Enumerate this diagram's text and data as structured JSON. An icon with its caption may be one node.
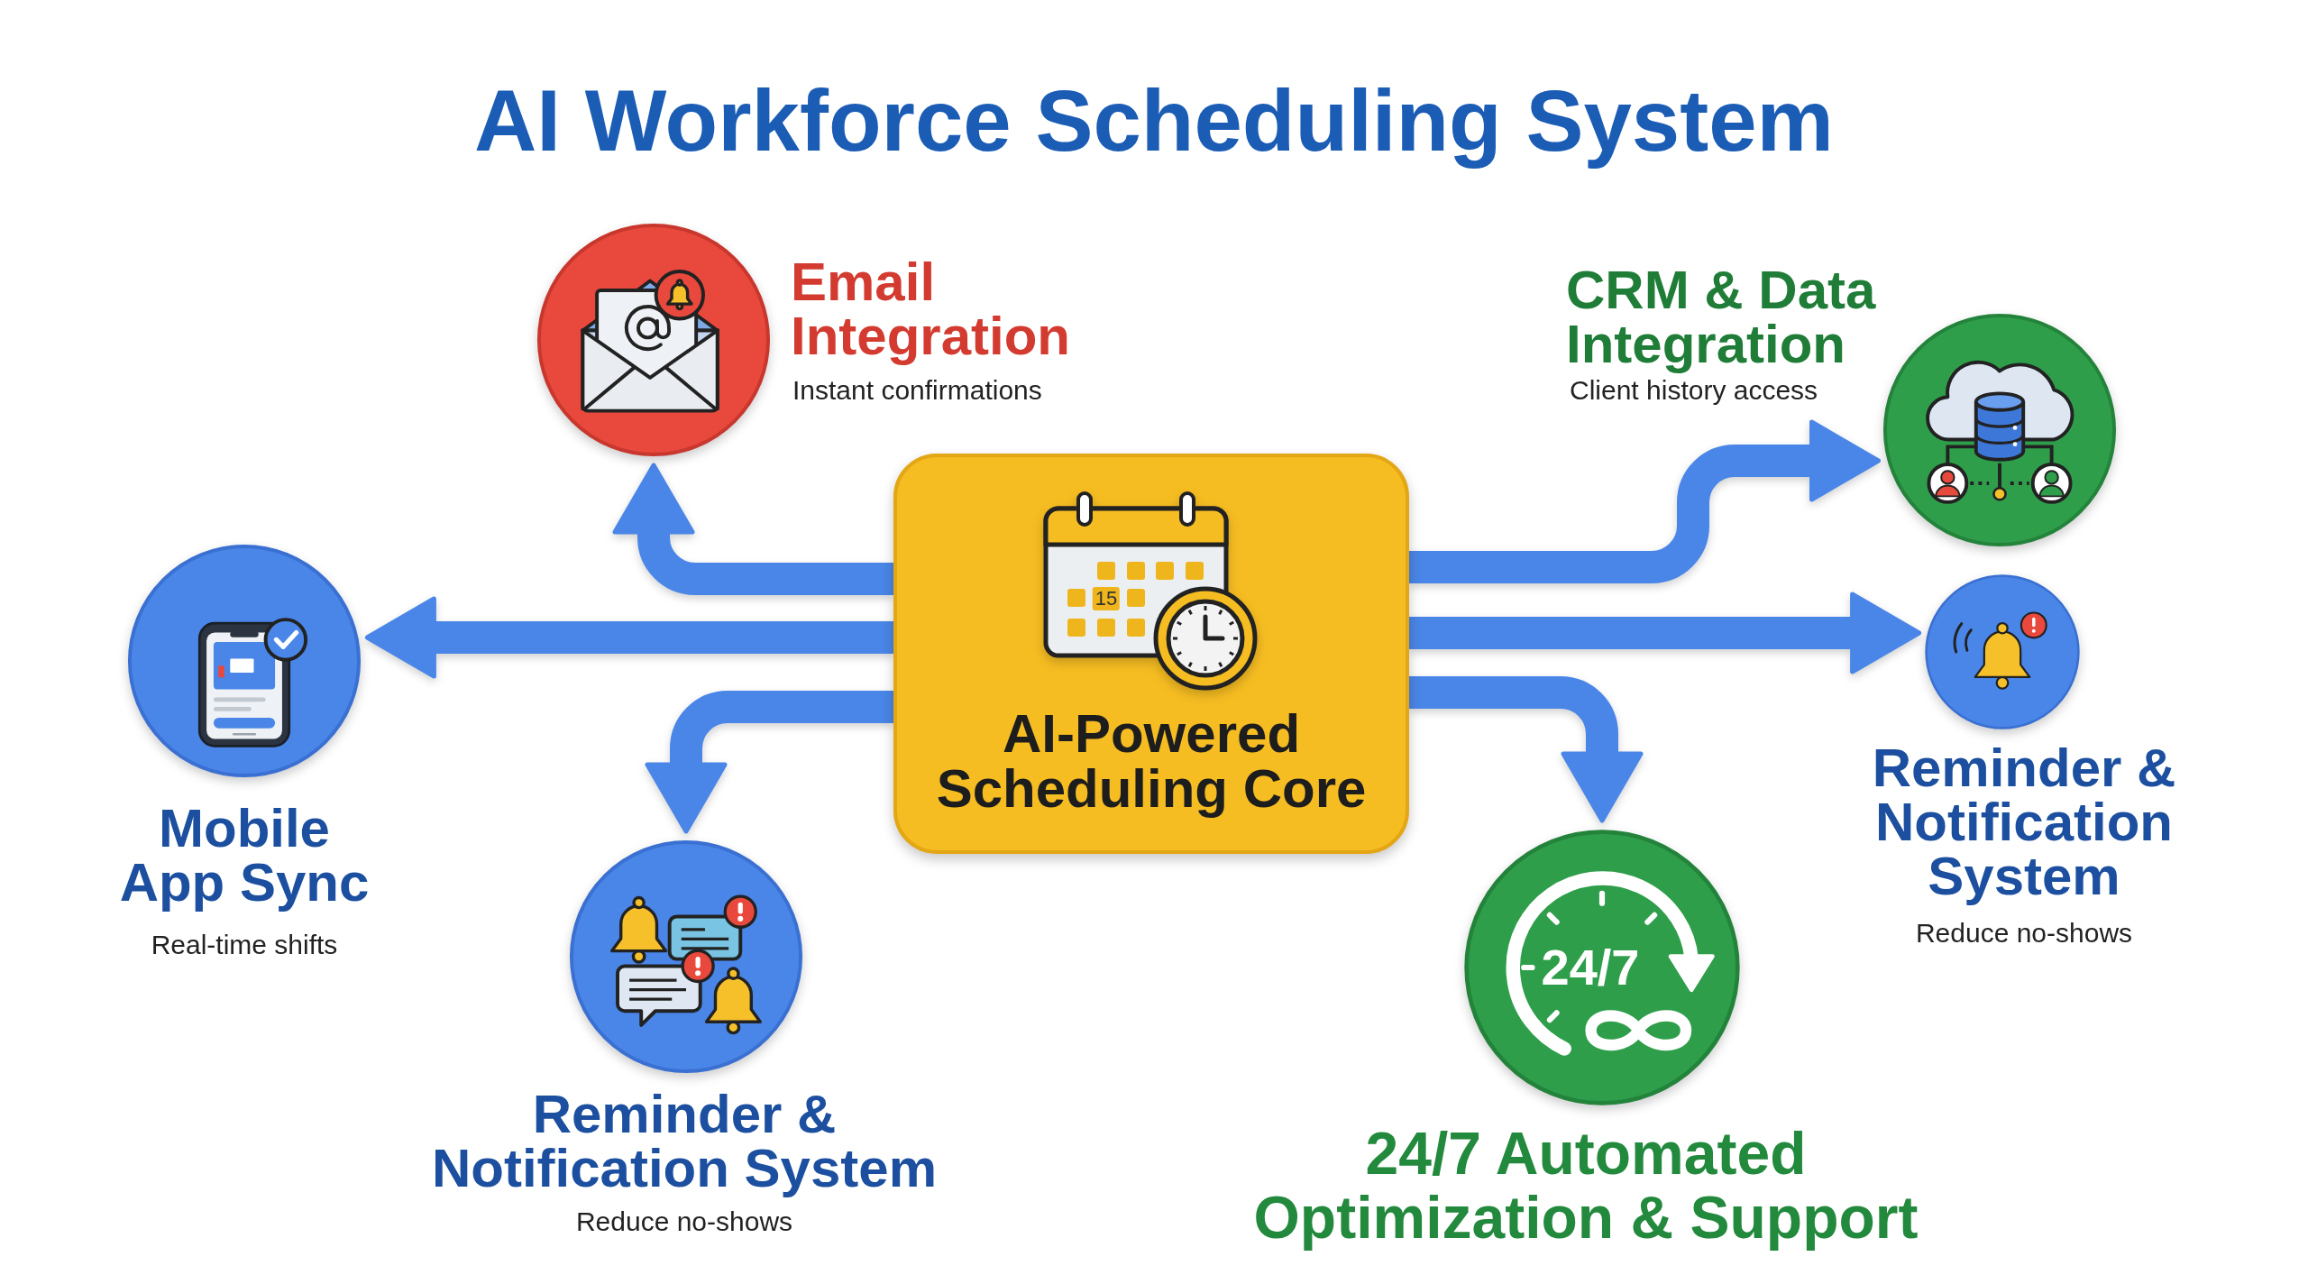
{
  "diagram": {
    "title": "AI Workforce Scheduling System",
    "nodes": [
      {
        "text": [
          "Email Integration",
          "Instant confirmations"
        ]
      },
      {
        "text": [
          "CRM & Data Integration",
          "Client history access"
        ]
      },
      {
        "text": [
          "Mobile App Sync",
          "Real-time shifts"
        ]
      },
      {
        "text": [
          "AI-Powered Scheduling Core"
        ]
      },
      {
        "text": [
          "Reminder & Notification System",
          "Reduce no-shows"
        ]
      },
      {
        "text": [
          "Reminder & Notification System",
          "Reduce no-shows"
        ]
      },
      {
        "text": [
          "24/7 Automated Optimization & Support"
        ]
      }
    ],
    "edges": [
      {
        "from": 3,
        "to": 0,
        "arrow": "to"
      },
      {
        "from": 3,
        "to": 1,
        "arrow": "to"
      },
      {
        "from": 3,
        "to": 2,
        "arrow": "to"
      },
      {
        "from": 3,
        "to": 4,
        "arrow": "to"
      },
      {
        "from": 3,
        "to": 5,
        "arrow": "to"
      },
      {
        "from": 3,
        "to": 6,
        "arrow": "to"
      }
    ],
    "labels": [
      "15",
      "24/7"
    ]
  }
}
